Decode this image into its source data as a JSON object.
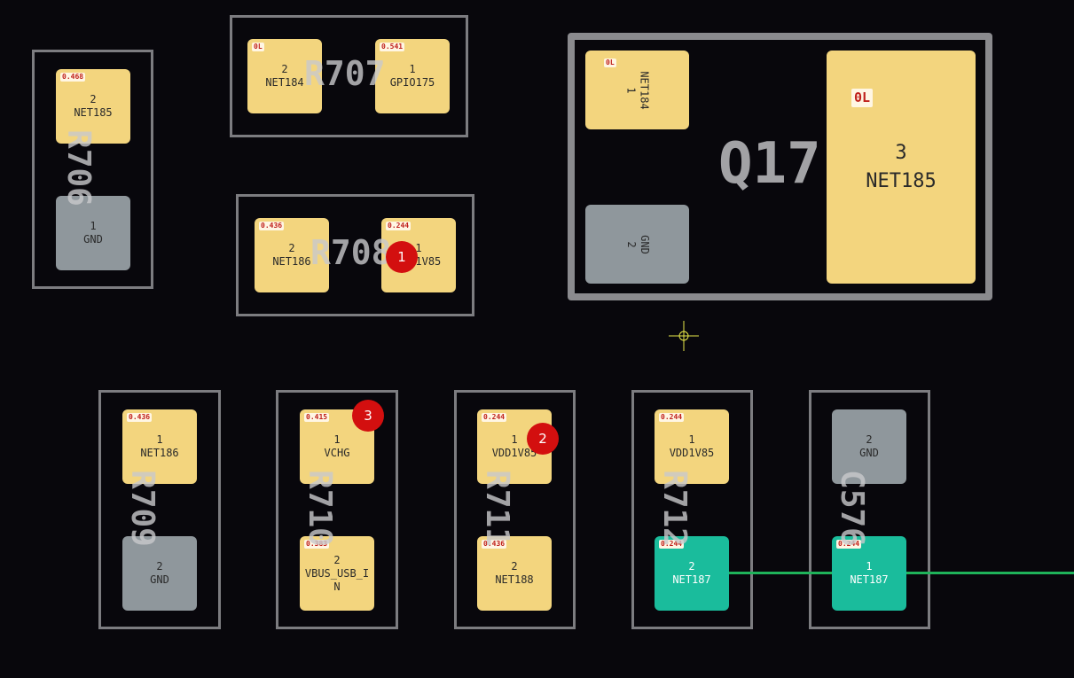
{
  "components": {
    "R706": {
      "label": "R706",
      "pads": [
        {
          "num": "2",
          "net": "NET185",
          "res": "0.468"
        },
        {
          "num": "1",
          "net": "GND"
        }
      ]
    },
    "R707": {
      "label": "R707",
      "pads": [
        {
          "num": "2",
          "net": "NET184",
          "res": "0L"
        },
        {
          "num": "1",
          "net": "GPIO175",
          "res": "0.541"
        }
      ]
    },
    "R708": {
      "label": "R708",
      "pads": [
        {
          "num": "2",
          "net": "NET186",
          "res": "0.436"
        },
        {
          "num": "1",
          "net": "VDD1V85",
          "res": "0.244"
        }
      ]
    },
    "Q17": {
      "label": "Q17",
      "pads": [
        {
          "num": "1",
          "net": "NET184",
          "res": "0L"
        },
        {
          "num": "2",
          "net": "GND"
        },
        {
          "num": "3",
          "net": "NET185",
          "res": "0L"
        }
      ]
    },
    "R709": {
      "label": "R709",
      "pads": [
        {
          "num": "1",
          "net": "NET186",
          "res": "0.436"
        },
        {
          "num": "2",
          "net": "GND"
        }
      ]
    },
    "R710": {
      "label": "R710",
      "pads": [
        {
          "num": "1",
          "net": "VCHG",
          "res": "0.415"
        },
        {
          "num": "2",
          "net": "VBUS_USB_I",
          "net2": "N",
          "res": "0.383"
        }
      ]
    },
    "R711": {
      "label": "R711",
      "pads": [
        {
          "num": "1",
          "net": "VDD1V85",
          "res": "0.244"
        },
        {
          "num": "2",
          "net": "NET188",
          "res": "0.436"
        }
      ]
    },
    "R712": {
      "label": "R712",
      "pads": [
        {
          "num": "1",
          "net": "VDD1V85",
          "res": "0.244"
        },
        {
          "num": "2",
          "net": "NET187",
          "res": "0.244"
        }
      ]
    },
    "C576": {
      "label": "C576",
      "pads": [
        {
          "num": "2",
          "net": "GND"
        },
        {
          "num": "1",
          "net": "NET187",
          "res": "0.244"
        }
      ]
    }
  },
  "markers": [
    "1",
    "2",
    "3"
  ],
  "colors": {
    "pad": "#f3d57e",
    "gnd_pad": "#8f979c",
    "highlight_pad": "#1abc9c",
    "trace": "#1fb35a",
    "marker": "#d30f0f",
    "cursor": "#e8e84a"
  }
}
